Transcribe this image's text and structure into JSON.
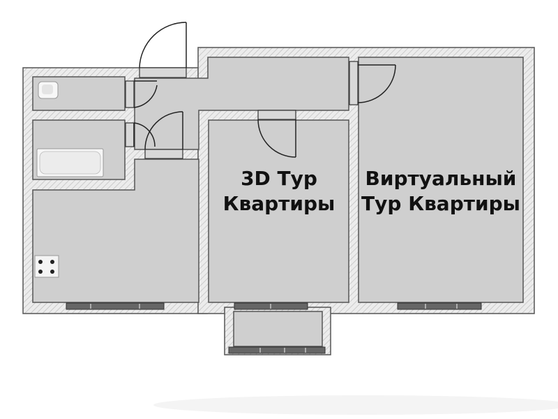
{
  "rooms": [
    {
      "id": "room-center",
      "label_line1": "3D Тур",
      "label_line2": "Квартиры"
    },
    {
      "id": "room-right",
      "label_line1": "Виртуальный",
      "label_line2": "Тур Квартиры"
    }
  ],
  "colors": {
    "wall_outline": "#555555",
    "wall_fill": "#e9e9e9",
    "floor": "#cfcfcf",
    "window": "#555555",
    "door_line": "#222222",
    "background": "#ffffff",
    "text": "#111111"
  },
  "icons": [
    "sink-icon",
    "bathtub-icon",
    "stove-icon",
    "door-swing-icon",
    "window-icon"
  ]
}
